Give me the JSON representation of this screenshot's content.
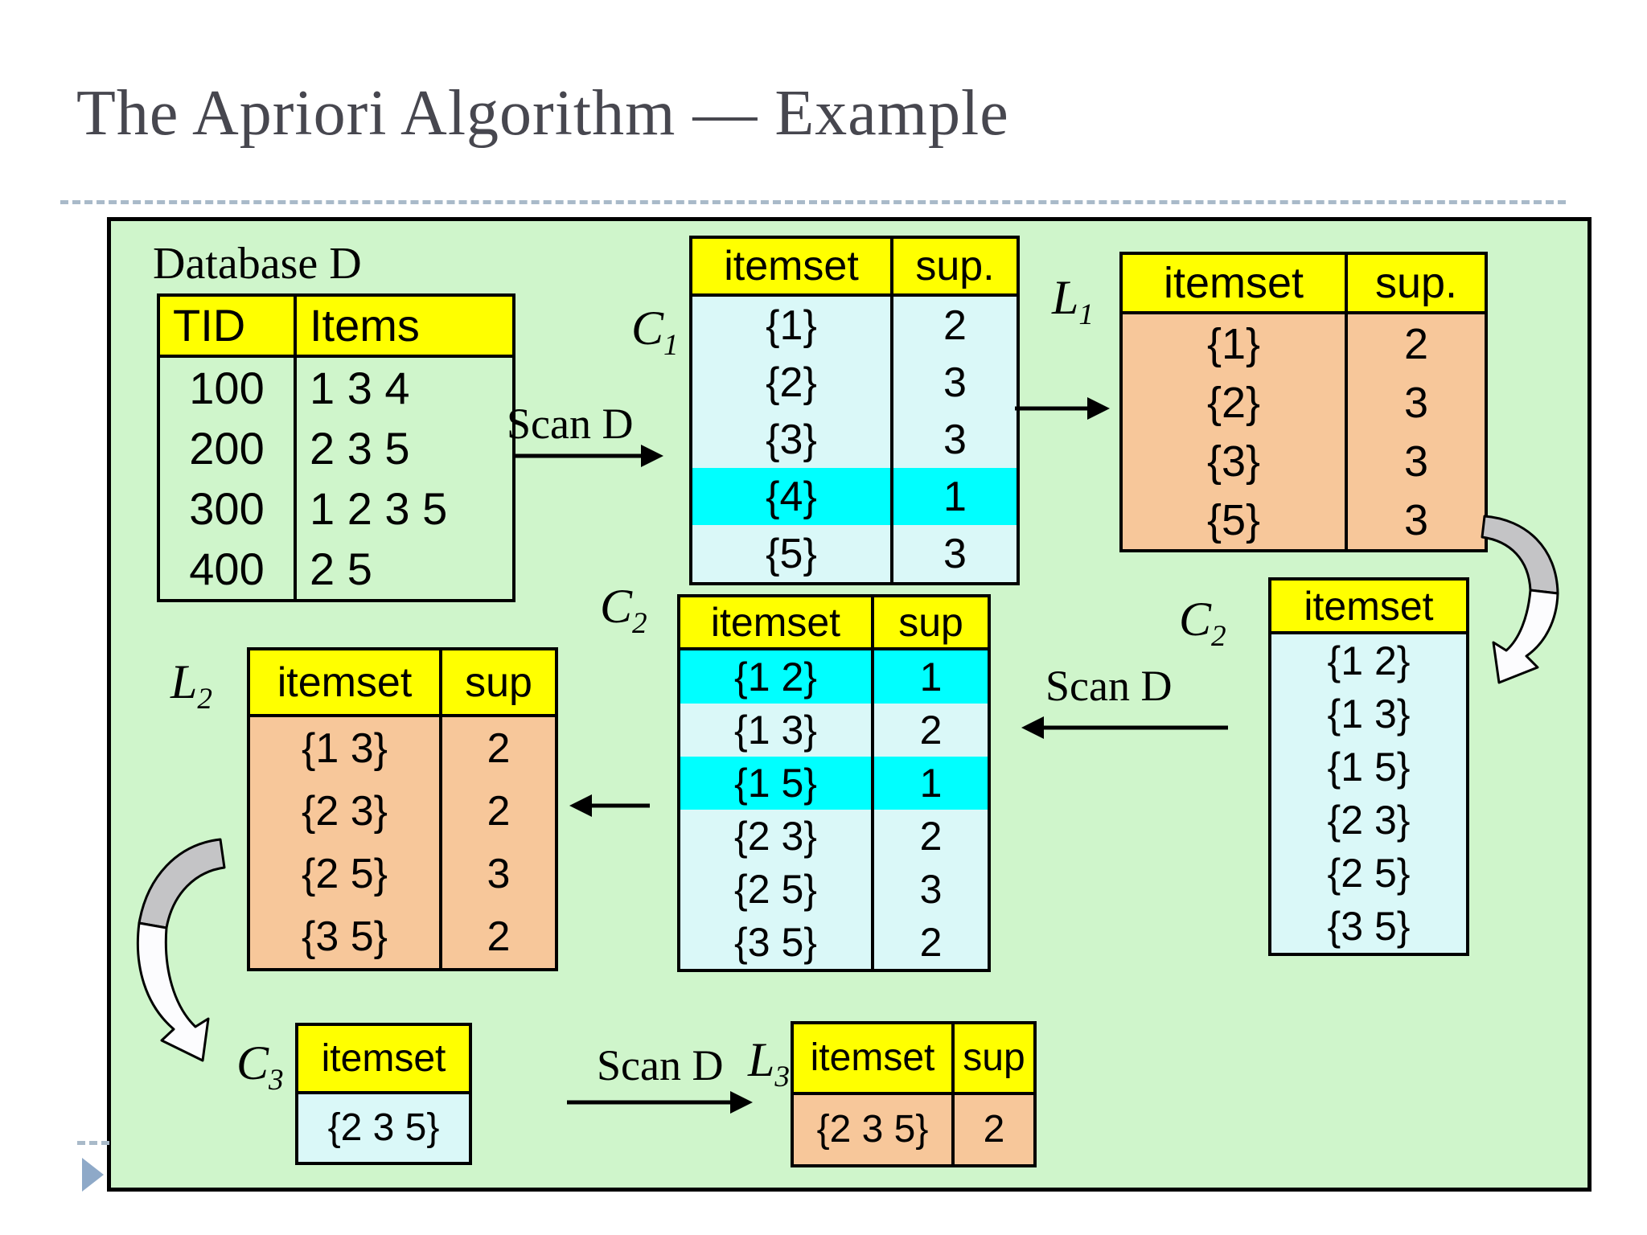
{
  "slide": {
    "title": "The Apriori Algorithm — Example"
  },
  "labels": {
    "database": "Database D",
    "c1": {
      "base": "C",
      "sub": "1"
    },
    "l1": {
      "base": "L",
      "sub": "1"
    },
    "c2_mid": {
      "base": "C",
      "sub": "2"
    },
    "c2_right": {
      "base": "C",
      "sub": "2"
    },
    "l2": {
      "base": "L",
      "sub": "2"
    },
    "c3": {
      "base": "C",
      "sub": "3"
    },
    "l3": {
      "base": "L",
      "sub": "3"
    },
    "scan_1": "Scan D",
    "scan_2": "Scan D",
    "scan_3": "Scan D"
  },
  "tables": {
    "db": {
      "headers": [
        "TID",
        "Items"
      ],
      "rows": [
        [
          "100",
          "1 3 4"
        ],
        [
          "200",
          "2 3 5"
        ],
        [
          "300",
          "1 2 3 5"
        ],
        [
          "400",
          "2 5"
        ]
      ]
    },
    "c1": {
      "headers": [
        "itemset",
        "sup."
      ],
      "rows": [
        [
          "{1}",
          "2"
        ],
        [
          "{2}",
          "3"
        ],
        [
          "{3}",
          "3"
        ],
        [
          "{4}",
          "1"
        ],
        [
          "{5}",
          "3"
        ]
      ],
      "highlighted_rows": [
        "{4}"
      ]
    },
    "l1": {
      "headers": [
        "itemset",
        "sup."
      ],
      "rows": [
        [
          "{1}",
          "2"
        ],
        [
          "{2}",
          "3"
        ],
        [
          "{3}",
          "3"
        ],
        [
          "{5}",
          "3"
        ]
      ]
    },
    "c2_counted": {
      "headers": [
        "itemset",
        "sup"
      ],
      "rows": [
        [
          "{1 2}",
          "1"
        ],
        [
          "{1 3}",
          "2"
        ],
        [
          "{1 5}",
          "1"
        ],
        [
          "{2 3}",
          "2"
        ],
        [
          "{2 5}",
          "3"
        ],
        [
          "{3 5}",
          "2"
        ]
      ],
      "highlighted_rows": [
        "{1 2}",
        "{1 5}"
      ]
    },
    "c2_candidates": {
      "headers": [
        "itemset"
      ],
      "rows": [
        [
          "{1 2}"
        ],
        [
          "{1 3}"
        ],
        [
          "{1 5}"
        ],
        [
          "{2 3}"
        ],
        [
          "{2 5}"
        ],
        [
          "{3 5}"
        ]
      ]
    },
    "l2": {
      "headers": [
        "itemset",
        "sup"
      ],
      "rows": [
        [
          "{1 3}",
          "2"
        ],
        [
          "{2 3}",
          "2"
        ],
        [
          "{2 5}",
          "3"
        ],
        [
          "{3 5}",
          "2"
        ]
      ]
    },
    "c3": {
      "headers": [
        "itemset"
      ],
      "rows": [
        [
          "{2 3 5}"
        ]
      ]
    },
    "l3": {
      "headers": [
        "itemset",
        "sup"
      ],
      "rows": [
        [
          "{2 3 5}",
          "2"
        ]
      ]
    }
  },
  "colors": {
    "panel_green": "#cff5cb",
    "header_yellow": "#ffff00",
    "candidate_cyan": "#daf8f8",
    "highlight_cyan": "#00ffff",
    "frequent_orange": "#f7c79a",
    "title_color": "#47474f",
    "divider_dash": "#a9bac9",
    "marker_blue": "#8ea9c8",
    "arrow_gray": "#c4c4c6"
  }
}
